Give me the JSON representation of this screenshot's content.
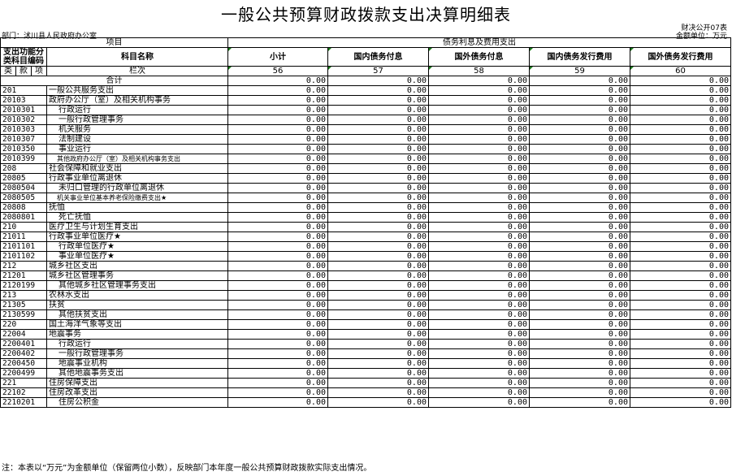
{
  "title": "一般公共预算财政拨款支出决算明细表",
  "form_no": "财决公开07表",
  "department": "部门：沭川县人民政府办公室",
  "unit": "金额单位：万元",
  "header": {
    "item": "项目",
    "group": "债务利息及费用支出",
    "func_code": "支出功能分类科目编码",
    "subject_name": "科目名称",
    "cols": [
      "小计",
      "国内债务付息",
      "国外债务付息",
      "国内债务发行费用",
      "国外债务发行费用"
    ],
    "lei": "类",
    "kuan": "款",
    "xiang": "项",
    "lanci": "栏次",
    "col_nums": [
      "56",
      "57",
      "58",
      "59",
      "60"
    ]
  },
  "total_label": "合计",
  "total_values": [
    "0.00",
    "0.00",
    "0.00",
    "0.00",
    "0.00"
  ],
  "rows": [
    {
      "code": "201",
      "name": "一般公共服务支出",
      "v": [
        "0.00",
        "0.00",
        "0.00",
        "0.00",
        "0.00"
      ]
    },
    {
      "code": "20103",
      "name": "政府办公厅（室）及相关机构事务",
      "v": [
        "0.00",
        "0.00",
        "0.00",
        "0.00",
        "0.00"
      ]
    },
    {
      "code": "2010301",
      "name": "行政运行",
      "v": [
        "0.00",
        "0.00",
        "0.00",
        "0.00",
        "0.00"
      ]
    },
    {
      "code": "2010302",
      "name": "一般行政管理事务",
      "v": [
        "0.00",
        "0.00",
        "0.00",
        "0.00",
        "0.00"
      ]
    },
    {
      "code": "2010303",
      "name": "机关服务",
      "v": [
        "0.00",
        "0.00",
        "0.00",
        "0.00",
        "0.00"
      ]
    },
    {
      "code": "2010307",
      "name": "法制建设",
      "v": [
        "0.00",
        "0.00",
        "0.00",
        "0.00",
        "0.00"
      ]
    },
    {
      "code": "2010350",
      "name": "事业运行",
      "v": [
        "0.00",
        "0.00",
        "0.00",
        "0.00",
        "0.00"
      ]
    },
    {
      "code": "2010399",
      "name": "其他政府办公厅（室）及相关机构事务支出",
      "v": [
        "0.00",
        "0.00",
        "0.00",
        "0.00",
        "0.00"
      ]
    },
    {
      "code": "208",
      "name": "社会保障和就业支出",
      "v": [
        "0.00",
        "0.00",
        "0.00",
        "0.00",
        "0.00"
      ]
    },
    {
      "code": "20805",
      "name": "行政事业单位离退休",
      "v": [
        "0.00",
        "0.00",
        "0.00",
        "0.00",
        "0.00"
      ]
    },
    {
      "code": "2080504",
      "name": "未归口管理的行政单位离退休",
      "v": [
        "0.00",
        "0.00",
        "0.00",
        "0.00",
        "0.00"
      ]
    },
    {
      "code": "2080505",
      "name": "机关事业单位基本养老保险缴费支出★",
      "v": [
        "0.00",
        "0.00",
        "0.00",
        "0.00",
        "0.00"
      ]
    },
    {
      "code": "20808",
      "name": "抚恤",
      "v": [
        "0.00",
        "0.00",
        "0.00",
        "0.00",
        "0.00"
      ]
    },
    {
      "code": "2080801",
      "name": "死亡抚恤",
      "v": [
        "0.00",
        "0.00",
        "0.00",
        "0.00",
        "0.00"
      ]
    },
    {
      "code": "210",
      "name": "医疗卫生与计划生育支出",
      "v": [
        "0.00",
        "0.00",
        "0.00",
        "0.00",
        "0.00"
      ]
    },
    {
      "code": "21011",
      "name": "行政事业单位医疗★",
      "v": [
        "0.00",
        "0.00",
        "0.00",
        "0.00",
        "0.00"
      ]
    },
    {
      "code": "2101101",
      "name": "行政单位医疗★",
      "v": [
        "0.00",
        "0.00",
        "0.00",
        "0.00",
        "0.00"
      ]
    },
    {
      "code": "2101102",
      "name": "事业单位医疗★",
      "v": [
        "0.00",
        "0.00",
        "0.00",
        "0.00",
        "0.00"
      ]
    },
    {
      "code": "212",
      "name": "城乡社区支出",
      "v": [
        "0.00",
        "0.00",
        "0.00",
        "0.00",
        "0.00"
      ]
    },
    {
      "code": "21201",
      "name": "城乡社区管理事务",
      "v": [
        "0.00",
        "0.00",
        "0.00",
        "0.00",
        "0.00"
      ]
    },
    {
      "code": "2120199",
      "name": "其他城乡社区管理事务支出",
      "v": [
        "0.00",
        "0.00",
        "0.00",
        "0.00",
        "0.00"
      ]
    },
    {
      "code": "213",
      "name": "农林水支出",
      "v": [
        "0.00",
        "0.00",
        "0.00",
        "0.00",
        "0.00"
      ]
    },
    {
      "code": "21305",
      "name": "扶贫",
      "v": [
        "0.00",
        "0.00",
        "0.00",
        "0.00",
        "0.00"
      ]
    },
    {
      "code": "2130599",
      "name": "其他扶贫支出",
      "v": [
        "0.00",
        "0.00",
        "0.00",
        "0.00",
        "0.00"
      ]
    },
    {
      "code": "220",
      "name": "国土海洋气象等支出",
      "v": [
        "0.00",
        "0.00",
        "0.00",
        "0.00",
        "0.00"
      ]
    },
    {
      "code": "22004",
      "name": "地震事务",
      "v": [
        "0.00",
        "0.00",
        "0.00",
        "0.00",
        "0.00"
      ]
    },
    {
      "code": "2200401",
      "name": "行政运行",
      "v": [
        "0.00",
        "0.00",
        "0.00",
        "0.00",
        "0.00"
      ]
    },
    {
      "code": "2200402",
      "name": "一般行政管理事务",
      "v": [
        "0.00",
        "0.00",
        "0.00",
        "0.00",
        "0.00"
      ]
    },
    {
      "code": "2200450",
      "name": "地震事业机构",
      "v": [
        "0.00",
        "0.00",
        "0.00",
        "0.00",
        "0.00"
      ]
    },
    {
      "code": "2200499",
      "name": "其他地震事务支出",
      "v": [
        "0.00",
        "0.00",
        "0.00",
        "0.00",
        "0.00"
      ]
    },
    {
      "code": "221",
      "name": "住房保障支出",
      "v": [
        "0.00",
        "0.00",
        "0.00",
        "0.00",
        "0.00"
      ]
    },
    {
      "code": "22102",
      "name": "住房改革支出",
      "v": [
        "0.00",
        "0.00",
        "0.00",
        "0.00",
        "0.00"
      ]
    },
    {
      "code": "2210201",
      "name": "住房公积金",
      "v": [
        "0.00",
        "0.00",
        "0.00",
        "0.00",
        "0.00"
      ]
    }
  ],
  "note": "注：本表以“万元”为金额单位（保留两位小数），反映部门本年度一般公共预算财政拨款实际支出情况。"
}
